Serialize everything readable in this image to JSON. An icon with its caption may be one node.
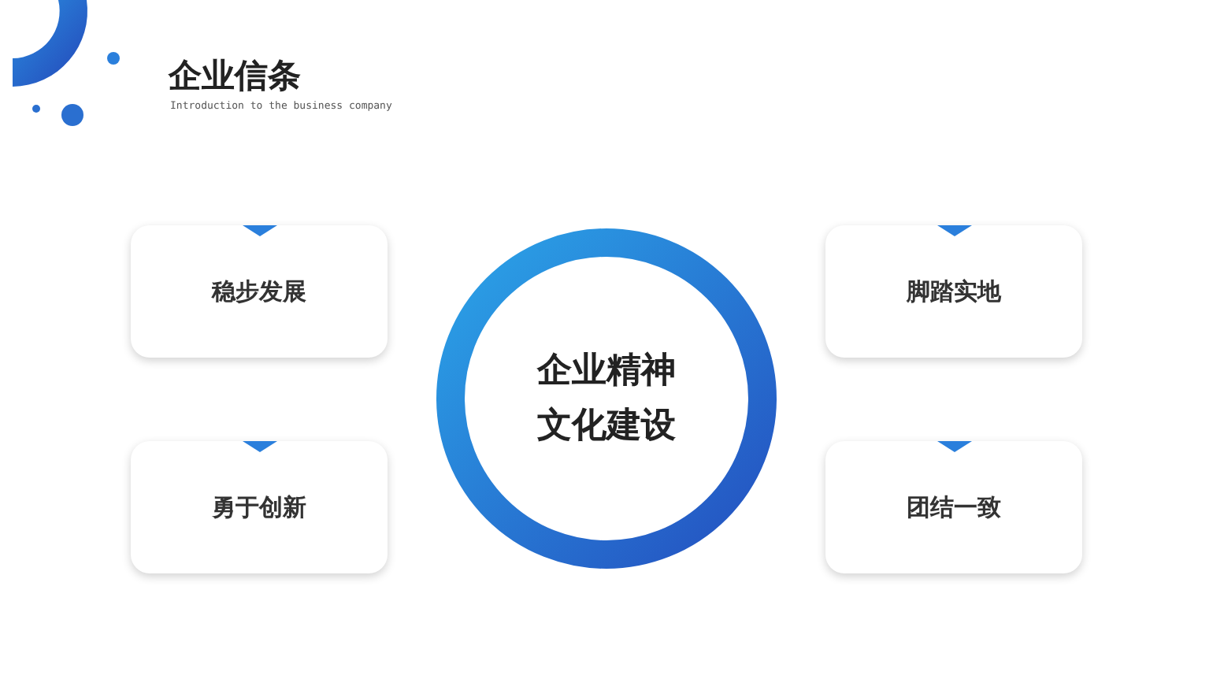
{
  "diagram": {
    "title": "企业信条",
    "nodes": [
      {
        "text": [
          "稳步发展"
        ]
      },
      {
        "text": [
          "企业精神文化建设"
        ]
      },
      {
        "text": [
          "脚踏实地"
        ]
      },
      {
        "text": [
          "勇于创新"
        ]
      },
      {
        "text": [
          "团结一致"
        ]
      }
    ],
    "edges": [],
    "labels": [
      "Introduction to the business company"
    ]
  }
}
